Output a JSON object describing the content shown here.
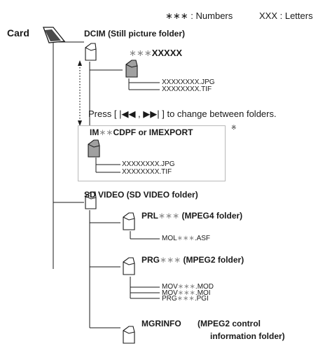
{
  "legend": {
    "numbers": "∗∗∗ : Numbers",
    "letters": "XXX : Letters"
  },
  "card_label": "Card",
  "dcim": {
    "label": "DCIM (Still picture folder)",
    "subfolder_prefix": "∗∗∗",
    "subfolder_suffix": "XXXXX",
    "files": [
      "XXXXXXXX.JPG",
      "XXXXXXXX.TIF"
    ]
  },
  "press_note": "Press [ |◀◀ , ▶▶| ] to change between folders.",
  "imcdpf": {
    "prefix": "IM",
    "stars": "∗∗",
    "suffix": "CDPF or IMEXPORT",
    "mark": "※",
    "files": [
      "XXXXXXXX.JPG",
      "XXXXXXXX.TIF"
    ]
  },
  "sdvideo": {
    "label": "SD VIDEO (SD VIDEO folder)"
  },
  "prl": {
    "prefix": "PRL",
    "stars": "∗∗∗",
    "suffix": " (MPEG4 folder)",
    "file_prefix": "MOL",
    "file_stars": "∗∗∗",
    "file_ext": ".ASF"
  },
  "prg": {
    "prefix": "PRG",
    "stars": "∗∗∗",
    "suffix": " (MPEG2 folder)",
    "files": [
      {
        "prefix": "MOV",
        "stars": "∗∗∗",
        "ext": ".MOD"
      },
      {
        "prefix": "MOV",
        "stars": "∗∗∗",
        "ext": ".MOI"
      },
      {
        "prefix": "PRG",
        "stars": "∗∗∗",
        "ext": ".PGI"
      }
    ]
  },
  "mgrinfo": {
    "name": "MGRINFO",
    "desc_line1": "(MPEG2 control",
    "desc_line2": "information folder)"
  }
}
